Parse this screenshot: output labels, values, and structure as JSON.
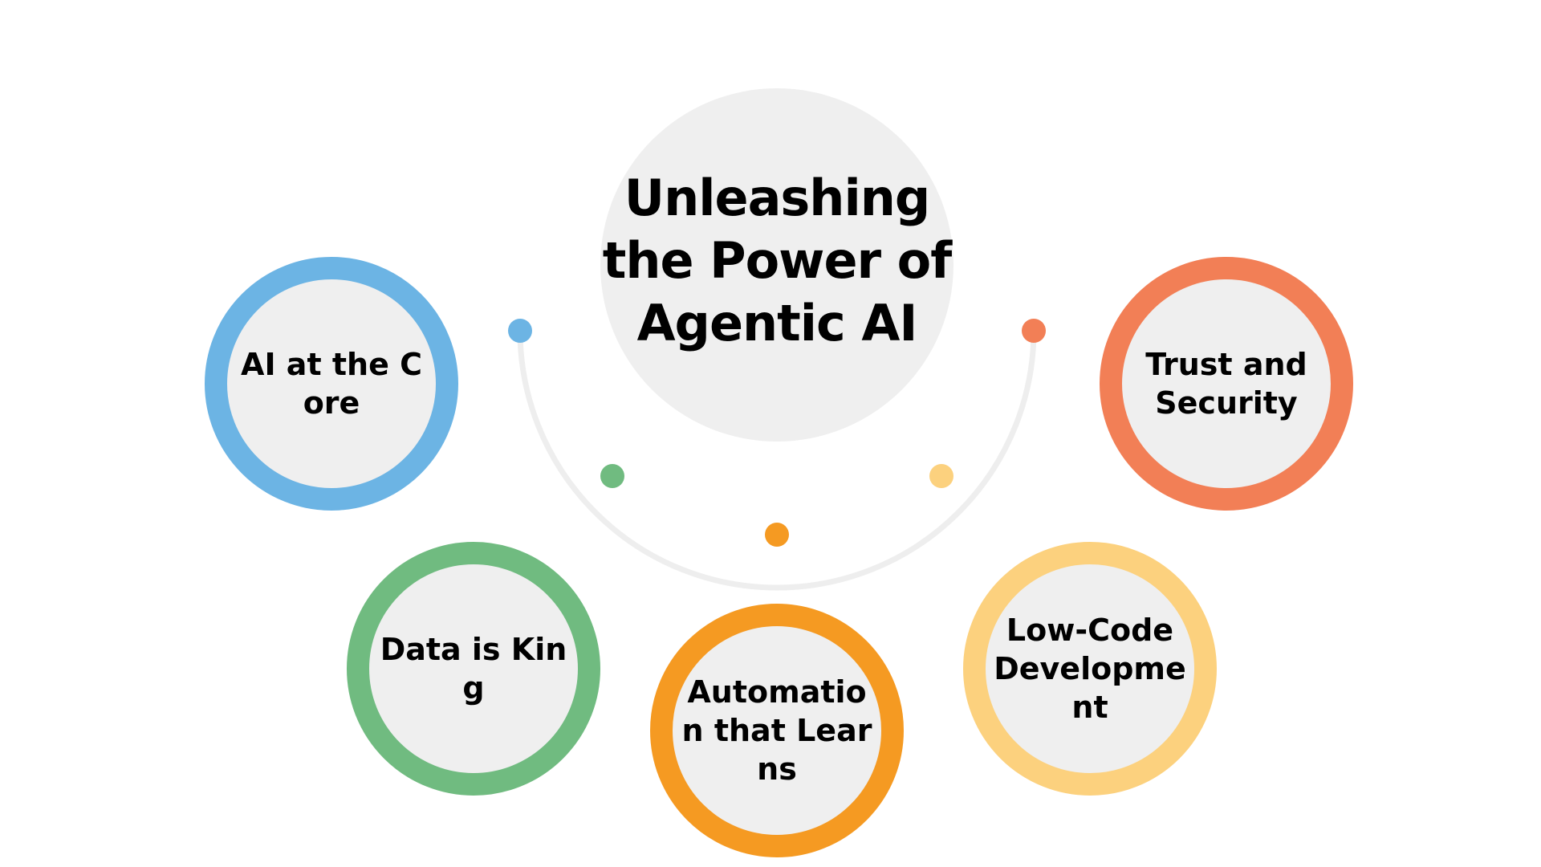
{
  "hub": {
    "title": "Unleashing the Power of Agentic AI",
    "color": "#efefef"
  },
  "arc_color": "#eeeeee",
  "nodes": [
    {
      "label": "AI at the Core",
      "color": "#6cb4e4"
    },
    {
      "label": "Data is King",
      "color": "#70bb80"
    },
    {
      "label": "Automation that Learns",
      "color": "#f59a22"
    },
    {
      "label": "Low-Code Development",
      "color": "#fcd17e"
    },
    {
      "label": "Trust and Security",
      "color": "#f27f56"
    }
  ]
}
